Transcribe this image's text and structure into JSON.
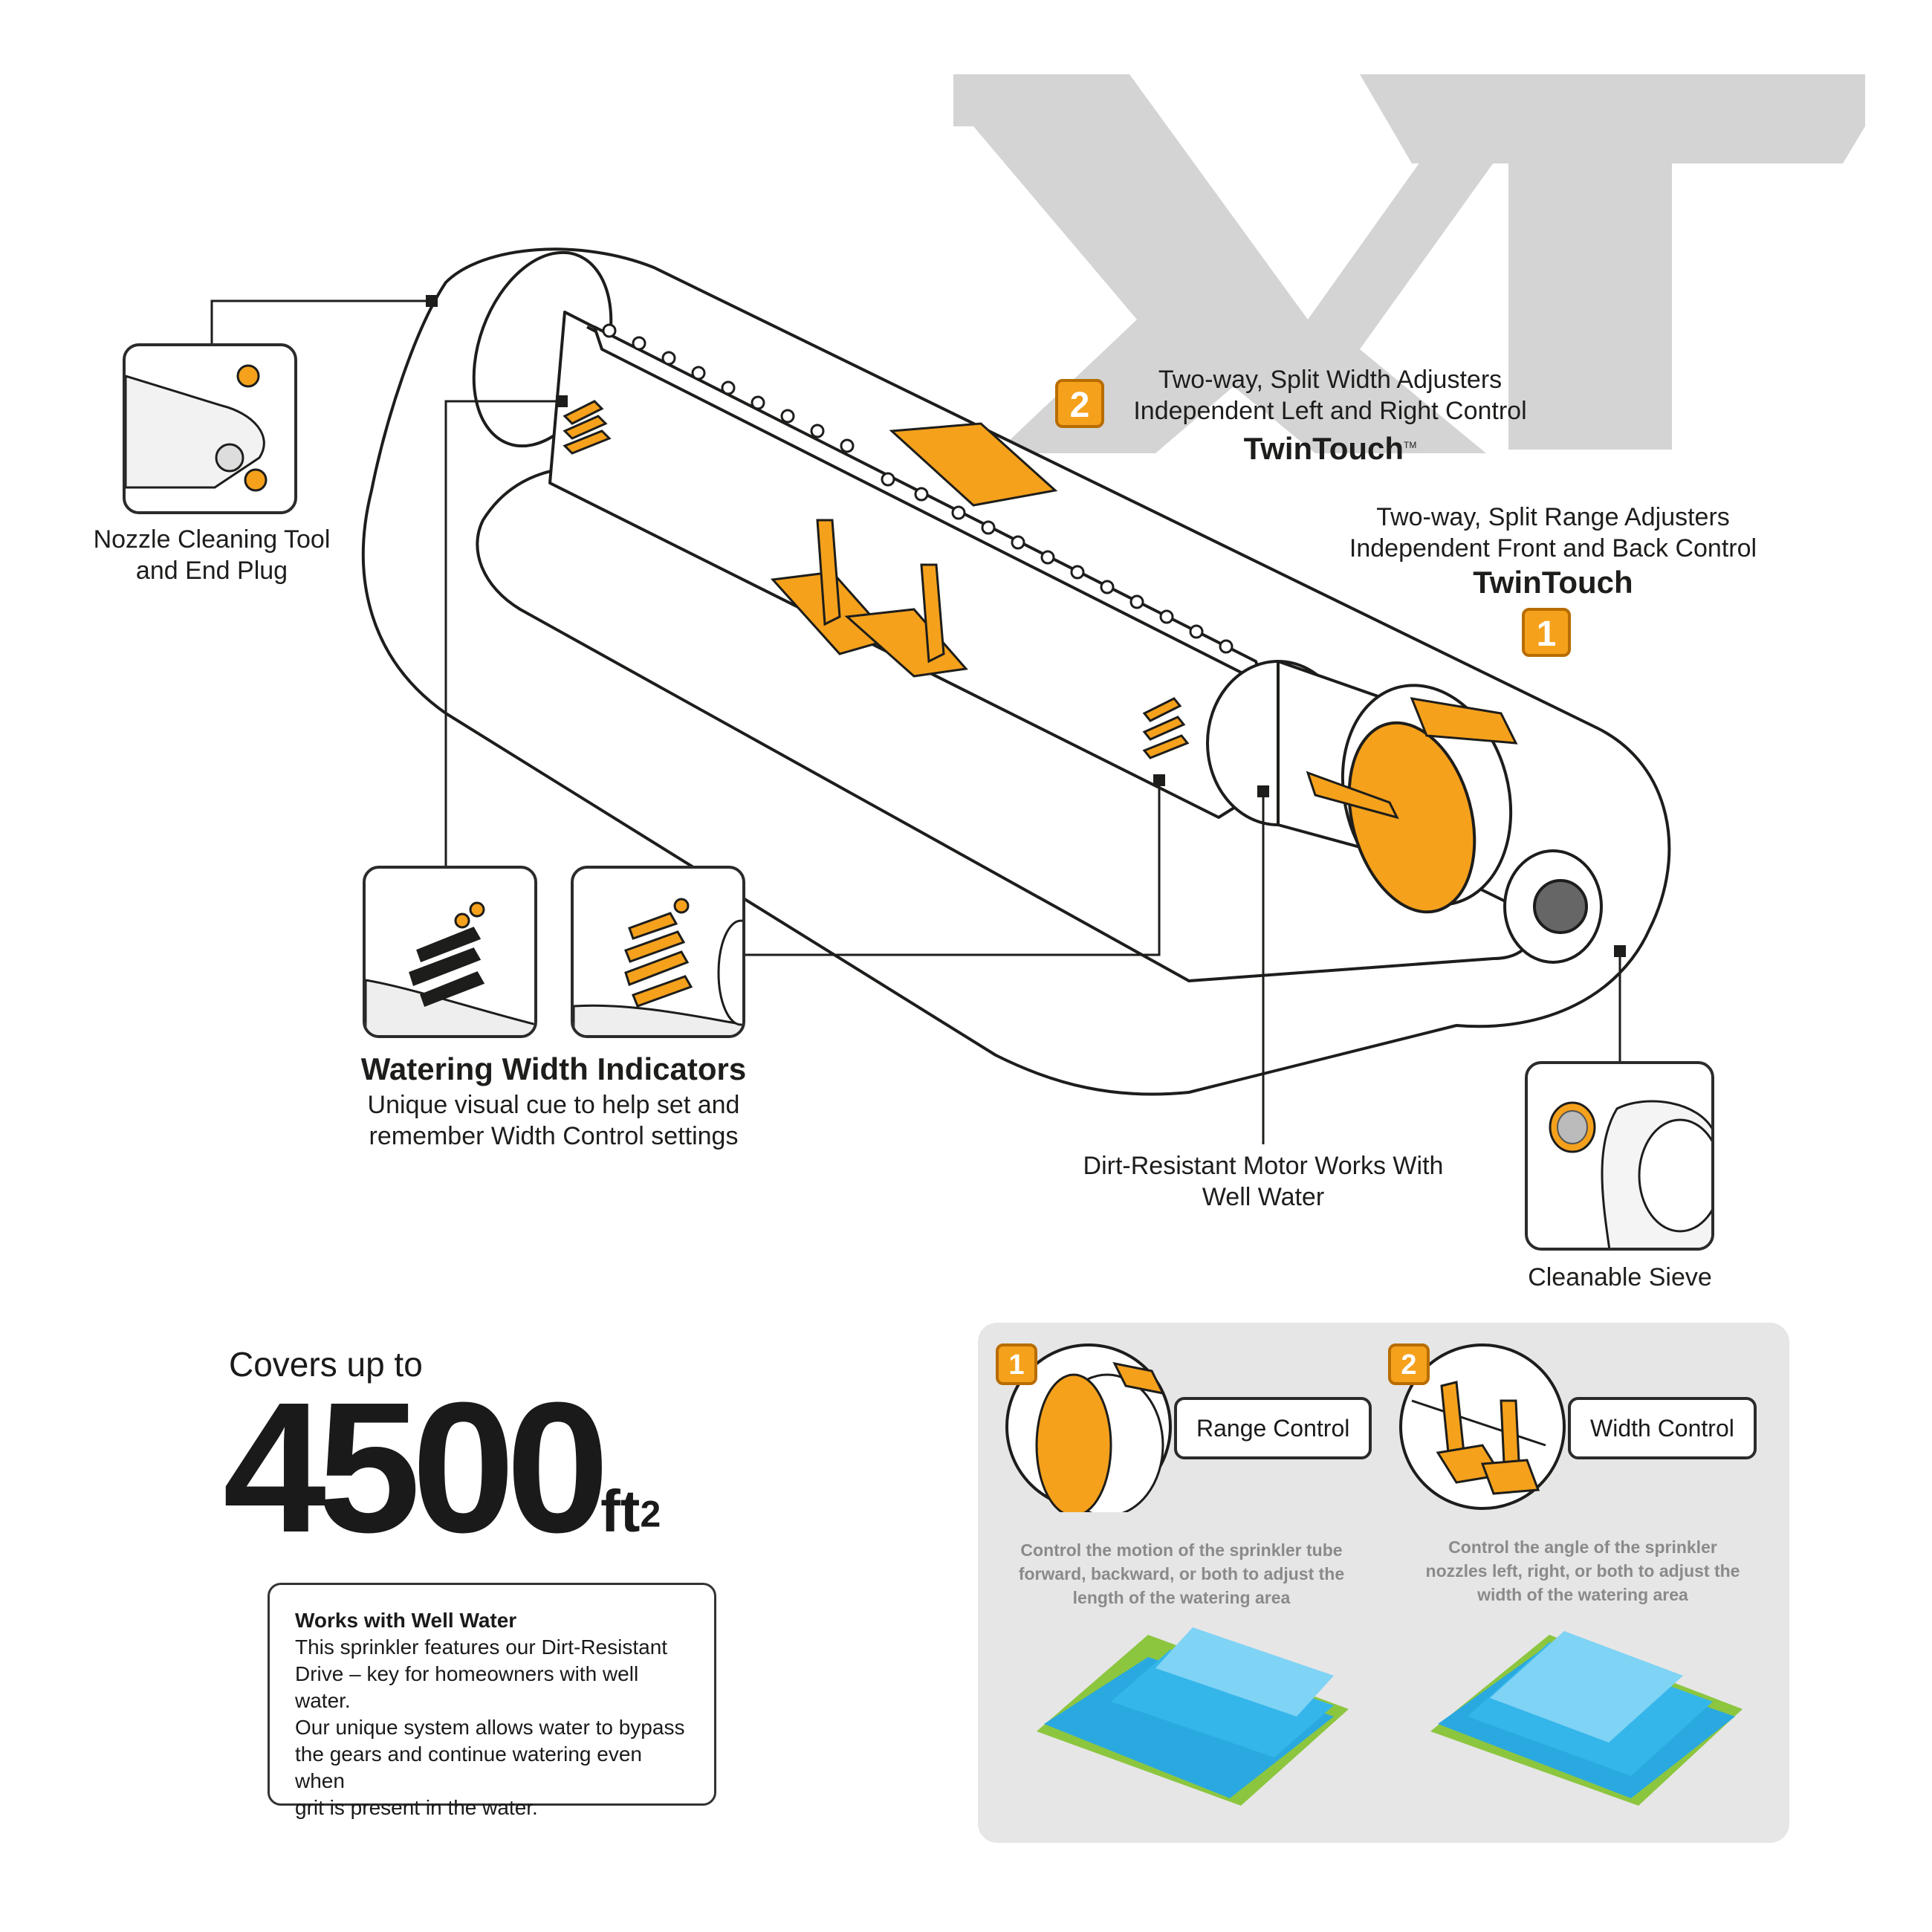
{
  "callouts": {
    "nozzle_tool": [
      "Nozzle Cleaning Tool",
      "and End Plug"
    ],
    "width_adjusters": {
      "badge": "2",
      "line1": "Two-way, Split Width Adjusters",
      "line2": "Independent Left and Right Control",
      "tm": "TM",
      "brand": "TwinTouch"
    },
    "range_adjusters": {
      "badge": "1",
      "line1": "Two-way, Split Range Adjusters",
      "line2": "Independent Front and Back Control",
      "brand": "TwinTouch"
    },
    "watering_width": {
      "title": "Watering Width Indicators",
      "line1": "Unique visual cue to help set  and",
      "line2": "remember Width Control settings"
    },
    "motor": [
      "Dirt-Resistant Motor Works With",
      "Well Water"
    ],
    "sieve": "Cleanable Sieve"
  },
  "coverage": {
    "prefix": "Covers up to",
    "value": "4500",
    "unit": "ft",
    "exponent": "2"
  },
  "well_water_box": {
    "title": "Works with Well Water",
    "lines": [
      "This sprinkler features our Dirt-Resistant",
      "Drive – key for homeowners with well water.",
      "Our unique system allows water to bypass",
      "the gears and continue watering even when",
      "grit is present in the water."
    ]
  },
  "controls_panel": {
    "range": {
      "badge": "1",
      "label": "Range Control",
      "desc": [
        "Control the motion of the sprinkler tube",
        "forward, backward, or both to adjust the",
        "length of the watering area"
      ]
    },
    "width": {
      "badge": "2",
      "label": "Width Control",
      "desc": [
        "Control the angle of the sprinkler",
        "nozzles left, right, or both to adjust the",
        "width of the watering area"
      ]
    }
  },
  "colors": {
    "accent_orange": "#f5a11c",
    "logo_grey": "#d4d4d4",
    "panel_grey": "#e6e6e6",
    "water_blue": "#2aa8e0",
    "light_blue": "#7fd3f5",
    "grass_green": "#8cc63f"
  },
  "logo": "XT"
}
